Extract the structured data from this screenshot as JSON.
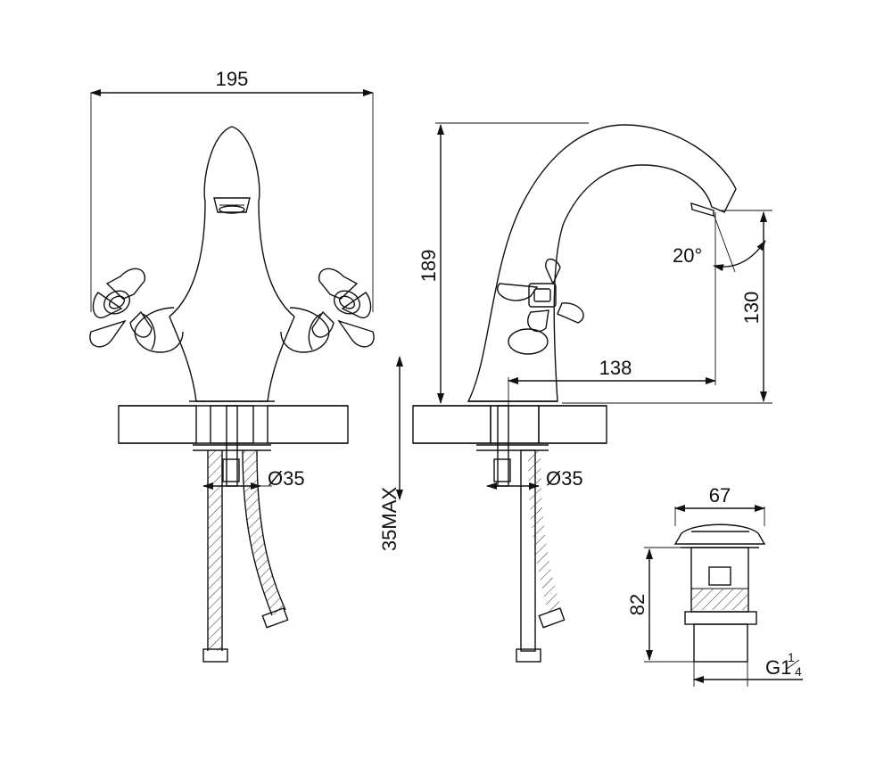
{
  "dimensions": {
    "front_width": "195",
    "side_height": "189",
    "spout_height": "130",
    "spout_reach": "138",
    "spout_angle": "20°",
    "hole_diameter_front": "Ø35",
    "hole_diameter_side": "Ø35",
    "max_deck_thickness": "35MAX",
    "waste_width": "67",
    "waste_height": "82",
    "waste_thread": "G1",
    "waste_thread_fraction_num": "1",
    "waste_thread_fraction_den": "4"
  },
  "colors": {
    "line": "#111111",
    "background": "#ffffff",
    "hatch": "#444444"
  }
}
